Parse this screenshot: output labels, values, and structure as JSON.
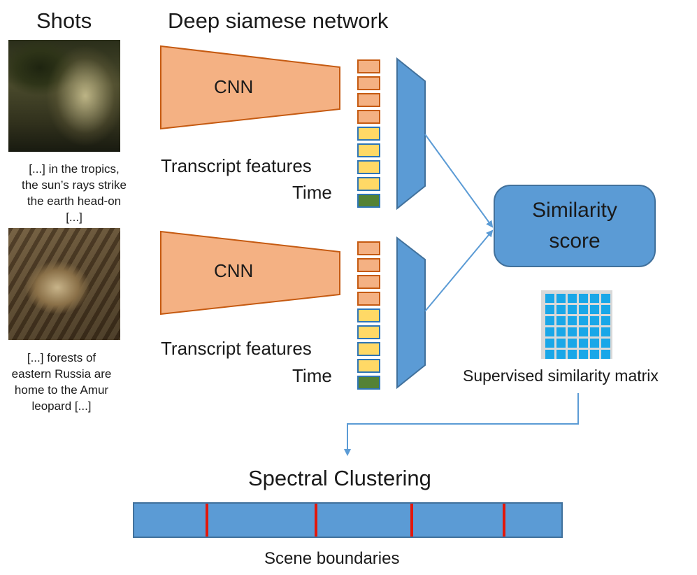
{
  "headers": {
    "shots": "Shots",
    "network": "Deep siamese network"
  },
  "shots": [
    {
      "caption_lines": [
        "[...] in the tropics,",
        "the sun’s rays strike",
        "the earth head-on",
        "[...]"
      ]
    },
    {
      "caption_lines": [
        "[...] forests of",
        "eastern Russia are",
        "home to the Amur",
        "leopard [...]"
      ]
    }
  ],
  "branches": [
    {
      "cnn_label": "CNN",
      "transcript_label": "Transcript features",
      "time_label": "Time"
    },
    {
      "cnn_label": "CNN",
      "transcript_label": "Transcript features",
      "time_label": "Time"
    }
  ],
  "feature_vector": {
    "segments": [
      "cnn",
      "cnn",
      "cnn",
      "cnn",
      "transcript",
      "transcript",
      "transcript",
      "transcript",
      "time"
    ],
    "colors": {
      "cnn_fill": "#f4b183",
      "cnn_stroke": "#c55a11",
      "transcript_fill": "#ffd966",
      "transcript_stroke": "#2e75b6",
      "time_fill": "#548235",
      "time_stroke": "#2e75b6"
    }
  },
  "similarity": {
    "title": "Similarity score",
    "matrix_label": "Supervised similarity matrix",
    "matrix_size": 6
  },
  "clustering": {
    "title": "Spectral Clustering",
    "boundaries_label": "Scene boundaries",
    "boundary_positions": [
      0.17,
      0.425,
      0.65,
      0.865
    ]
  },
  "colors": {
    "accent_blue": "#5b9bd5",
    "blue_stroke": "#41719c",
    "cnn_orange": "#f4b183",
    "cnn_orange_stroke": "#c55a11",
    "matrix_cell": "#19a7e8",
    "matrix_bg": "#d9d9d9",
    "boundary_red": "#e3170a"
  }
}
